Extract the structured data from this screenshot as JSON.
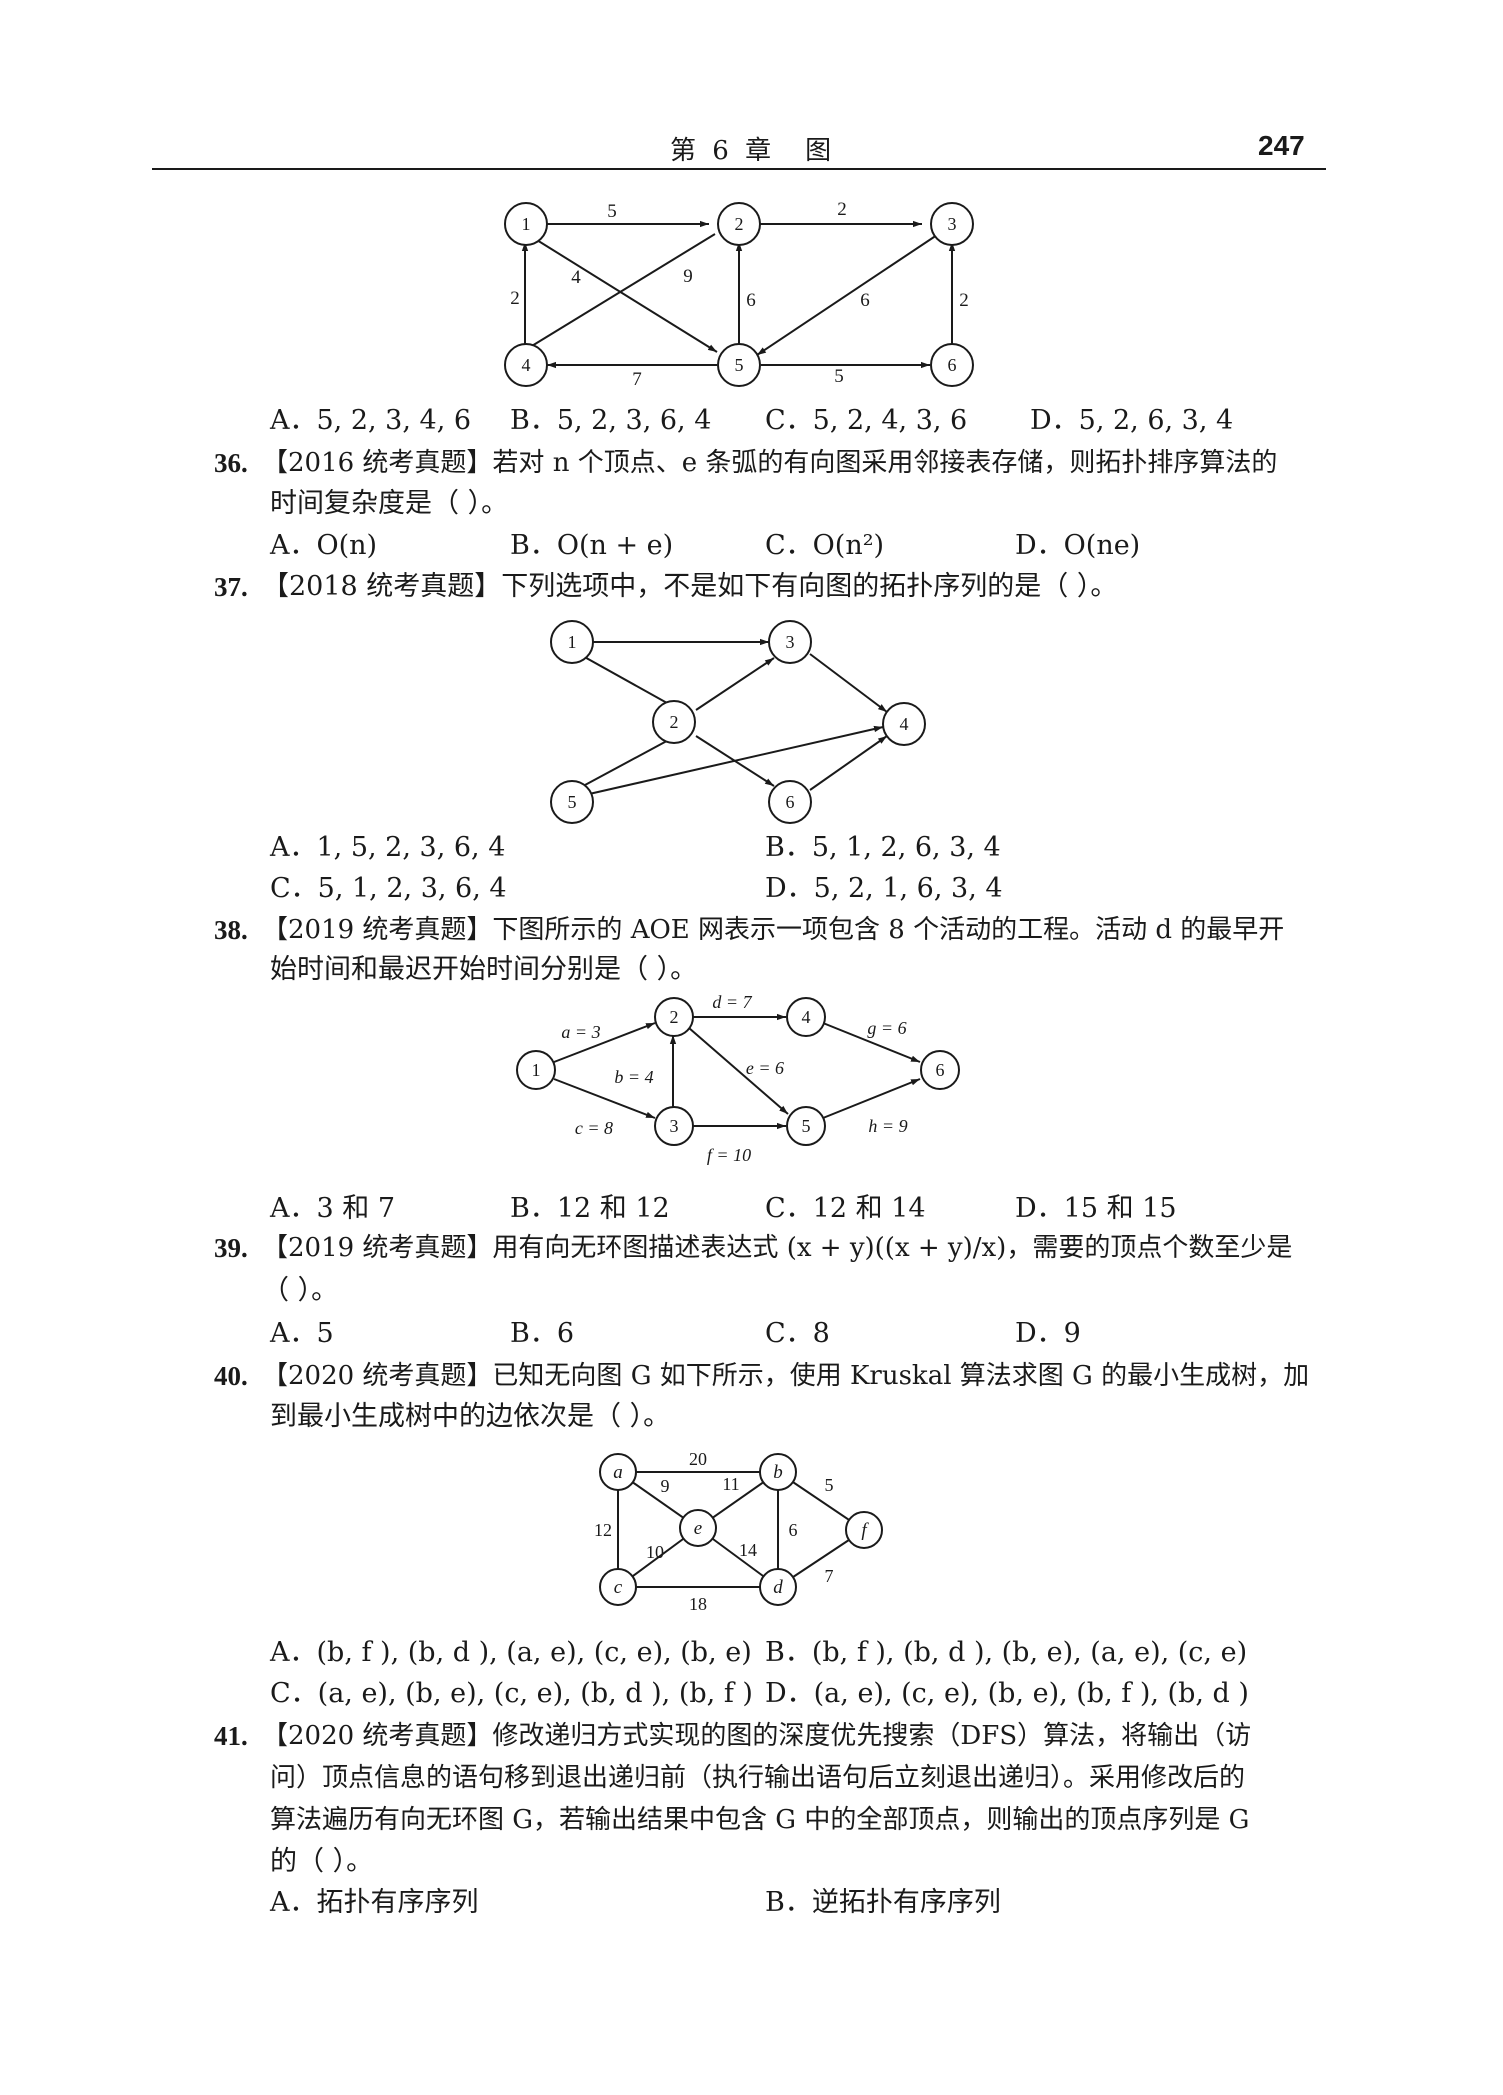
{
  "header": {
    "chapter": "第 6 章　图",
    "page_number": "247"
  },
  "graph1": {
    "nodes": [
      "1",
      "2",
      "3",
      "4",
      "5",
      "6"
    ],
    "weights": [
      "5",
      "2",
      "4",
      "9",
      "2",
      "6",
      "6",
      "2",
      "7",
      "5"
    ]
  },
  "q35": {
    "options": [
      "A．5, 2, 3, 4, 6",
      "B．5, 2, 3, 6, 4",
      "C．5, 2, 4, 3, 6",
      "D．5, 2, 6, 3, 4"
    ]
  },
  "q36": {
    "number": "36.",
    "line1": "【2016 统考真题】若对 n 个顶点、e 条弧的有向图采用邻接表存储，则拓扑排序算法的",
    "line2": "时间复杂度是（ ）。",
    "options": [
      "A．O(n)",
      "B．O(n + e)",
      "C．O(n²)",
      "D．O(ne)"
    ]
  },
  "q37": {
    "number": "37.",
    "line1": "【2018 统考真题】下列选项中，不是如下有向图的拓扑序列的是（ ）。",
    "options": [
      "A．1, 5, 2, 3, 6, 4",
      "B．5, 1, 2, 6, 3, 4",
      "C．5, 1, 2, 3, 6, 4",
      "D．5, 2, 1, 6, 3, 4"
    ]
  },
  "graph2": {
    "nodes": [
      "1",
      "2",
      "3",
      "4",
      "5",
      "6"
    ]
  },
  "q38": {
    "number": "38.",
    "line1": "【2019 统考真题】下图所示的 AOE 网表示一项包含 8 个活动的工程。活动 d 的最早开",
    "line2": "始时间和最迟开始时间分别是（ ）。",
    "options": [
      "A．3 和 7",
      "B．12 和 12",
      "C．12 和 14",
      "D．15 和 15"
    ]
  },
  "graph3": {
    "nodes": [
      "1",
      "2",
      "3",
      "4",
      "5",
      "6"
    ],
    "labels": [
      "a = 3",
      "d = 7",
      "g = 6",
      "b = 4",
      "e = 6",
      "c = 8",
      "f = 10",
      "h = 9"
    ]
  },
  "q39": {
    "number": "39.",
    "line1": "【2019 统考真题】用有向无环图描述表达式 (x + y)((x + y)/x)，需要的顶点个数至少是",
    "line2": "（ ）。",
    "options": [
      "A．5",
      "B．6",
      "C．8",
      "D．9"
    ]
  },
  "q40": {
    "number": "40.",
    "line1": "【2020 统考真题】已知无向图 G 如下所示，使用 Kruskal 算法求图 G 的最小生成树，加",
    "line2": "到最小生成树中的边依次是（ ）。",
    "options": [
      "A．(b, f ), (b, d ), (a, e), (c, e), (b, e)",
      "B．(b, f ), (b, d ), (b, e), (a, e), (c, e)",
      "C．(a, e), (b, e), (c, e), (b, d ), (b, f )",
      "D．(a, e), (c, e), (b, e), (b, f ), (b, d )"
    ]
  },
  "graph4": {
    "nodes": [
      "a",
      "b",
      "e",
      "f",
      "c",
      "d"
    ],
    "weights": [
      "20",
      "9",
      "11",
      "5",
      "12",
      "10",
      "14",
      "6",
      "18",
      "7"
    ]
  },
  "q41": {
    "number": "41.",
    "line1": "【2020 统考真题】修改递归方式实现的图的深度优先搜索（DFS）算法，将输出（访",
    "line2": "问）顶点信息的语句移到退出递归前（执行输出语句后立刻退出递归）。采用修改后的",
    "line3": "算法遍历有向无环图 G，若输出结果中包含 G 中的全部顶点，则输出的顶点序列是 G",
    "line4": "的（ ）。",
    "options": [
      "A．拓扑有序序列",
      "B．逆拓扑有序序列"
    ]
  }
}
